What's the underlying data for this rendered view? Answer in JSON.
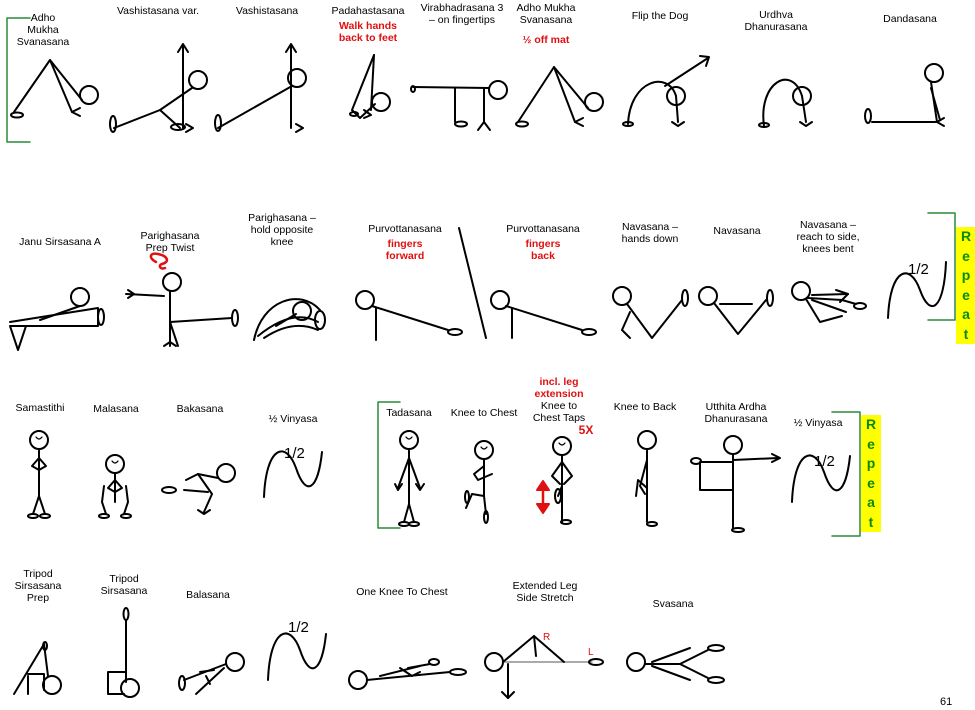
{
  "row1": {
    "p1": "Adho Mukha\nSvanasana",
    "p2": "Vashistasana var.",
    "p3": "Vashistasana",
    "p4": "Padahastasana",
    "p4_note": "Walk hands\nback to feet",
    "p5": "Virabhadrasana 3\n– on fingertips",
    "p6": "Adho Mukha\nSvanasana",
    "p6_note": "½ off mat",
    "p7": "Flip the Dog",
    "p8": "Urdhva\nDhanurasana",
    "p9": "Dandasana"
  },
  "row2": {
    "p1": "Janu Sirsasana A",
    "p2": "Parighasana\nPrep Twist",
    "p3": "Parighasana –\nhold opposite\nknee",
    "p4": "Purvottanasana",
    "p4_note": "fingers\nforward",
    "p5": "Purvottanasana",
    "p5_note": "fingers\nback",
    "p6": "Navasana –\nhands down",
    "p7": "Navasana",
    "p8": "Navasana –\nreach to side,\nknees bent",
    "half": "1/2",
    "repeat": [
      "R",
      "e",
      "p",
      "e",
      "a",
      "t"
    ]
  },
  "row3": {
    "p1": "Samastithi",
    "p2": "Malasana",
    "p3": "Bakasana",
    "p4": "½ Vinyasa",
    "half1": "1/2",
    "p5": "Tadasana",
    "p6": "Knee to Chest",
    "p7_note": "incl. leg\nextension",
    "p7": "Knee to\nChest Taps",
    "p7_count": "5X",
    "p8": "Knee to Back",
    "p9": "Utthita Ardha\nDhanurasana",
    "p10": "½ Vinyasa",
    "half2": "1/2",
    "repeat": [
      "R",
      "e",
      "p",
      "e",
      "a",
      "t"
    ]
  },
  "row4": {
    "p1": "Tripod\nSirsasana\nPrep",
    "p2": "Tripod\nSirsasana",
    "p3": "Balasana",
    "half": "1/2",
    "p4": "One Knee To Chest",
    "p5": "Extended Leg\nSide Stretch",
    "p5_right": "R",
    "p5_left": "L",
    "p6": "Svasana"
  },
  "page_number": "61"
}
